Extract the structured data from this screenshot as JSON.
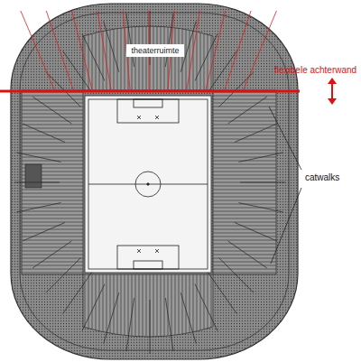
{
  "diagram": {
    "nodes": [
      {
        "text": [
          "theaterruimte"
        ]
      }
    ],
    "labels": [
      "flexibele achterwand",
      "catwalks"
    ]
  }
}
